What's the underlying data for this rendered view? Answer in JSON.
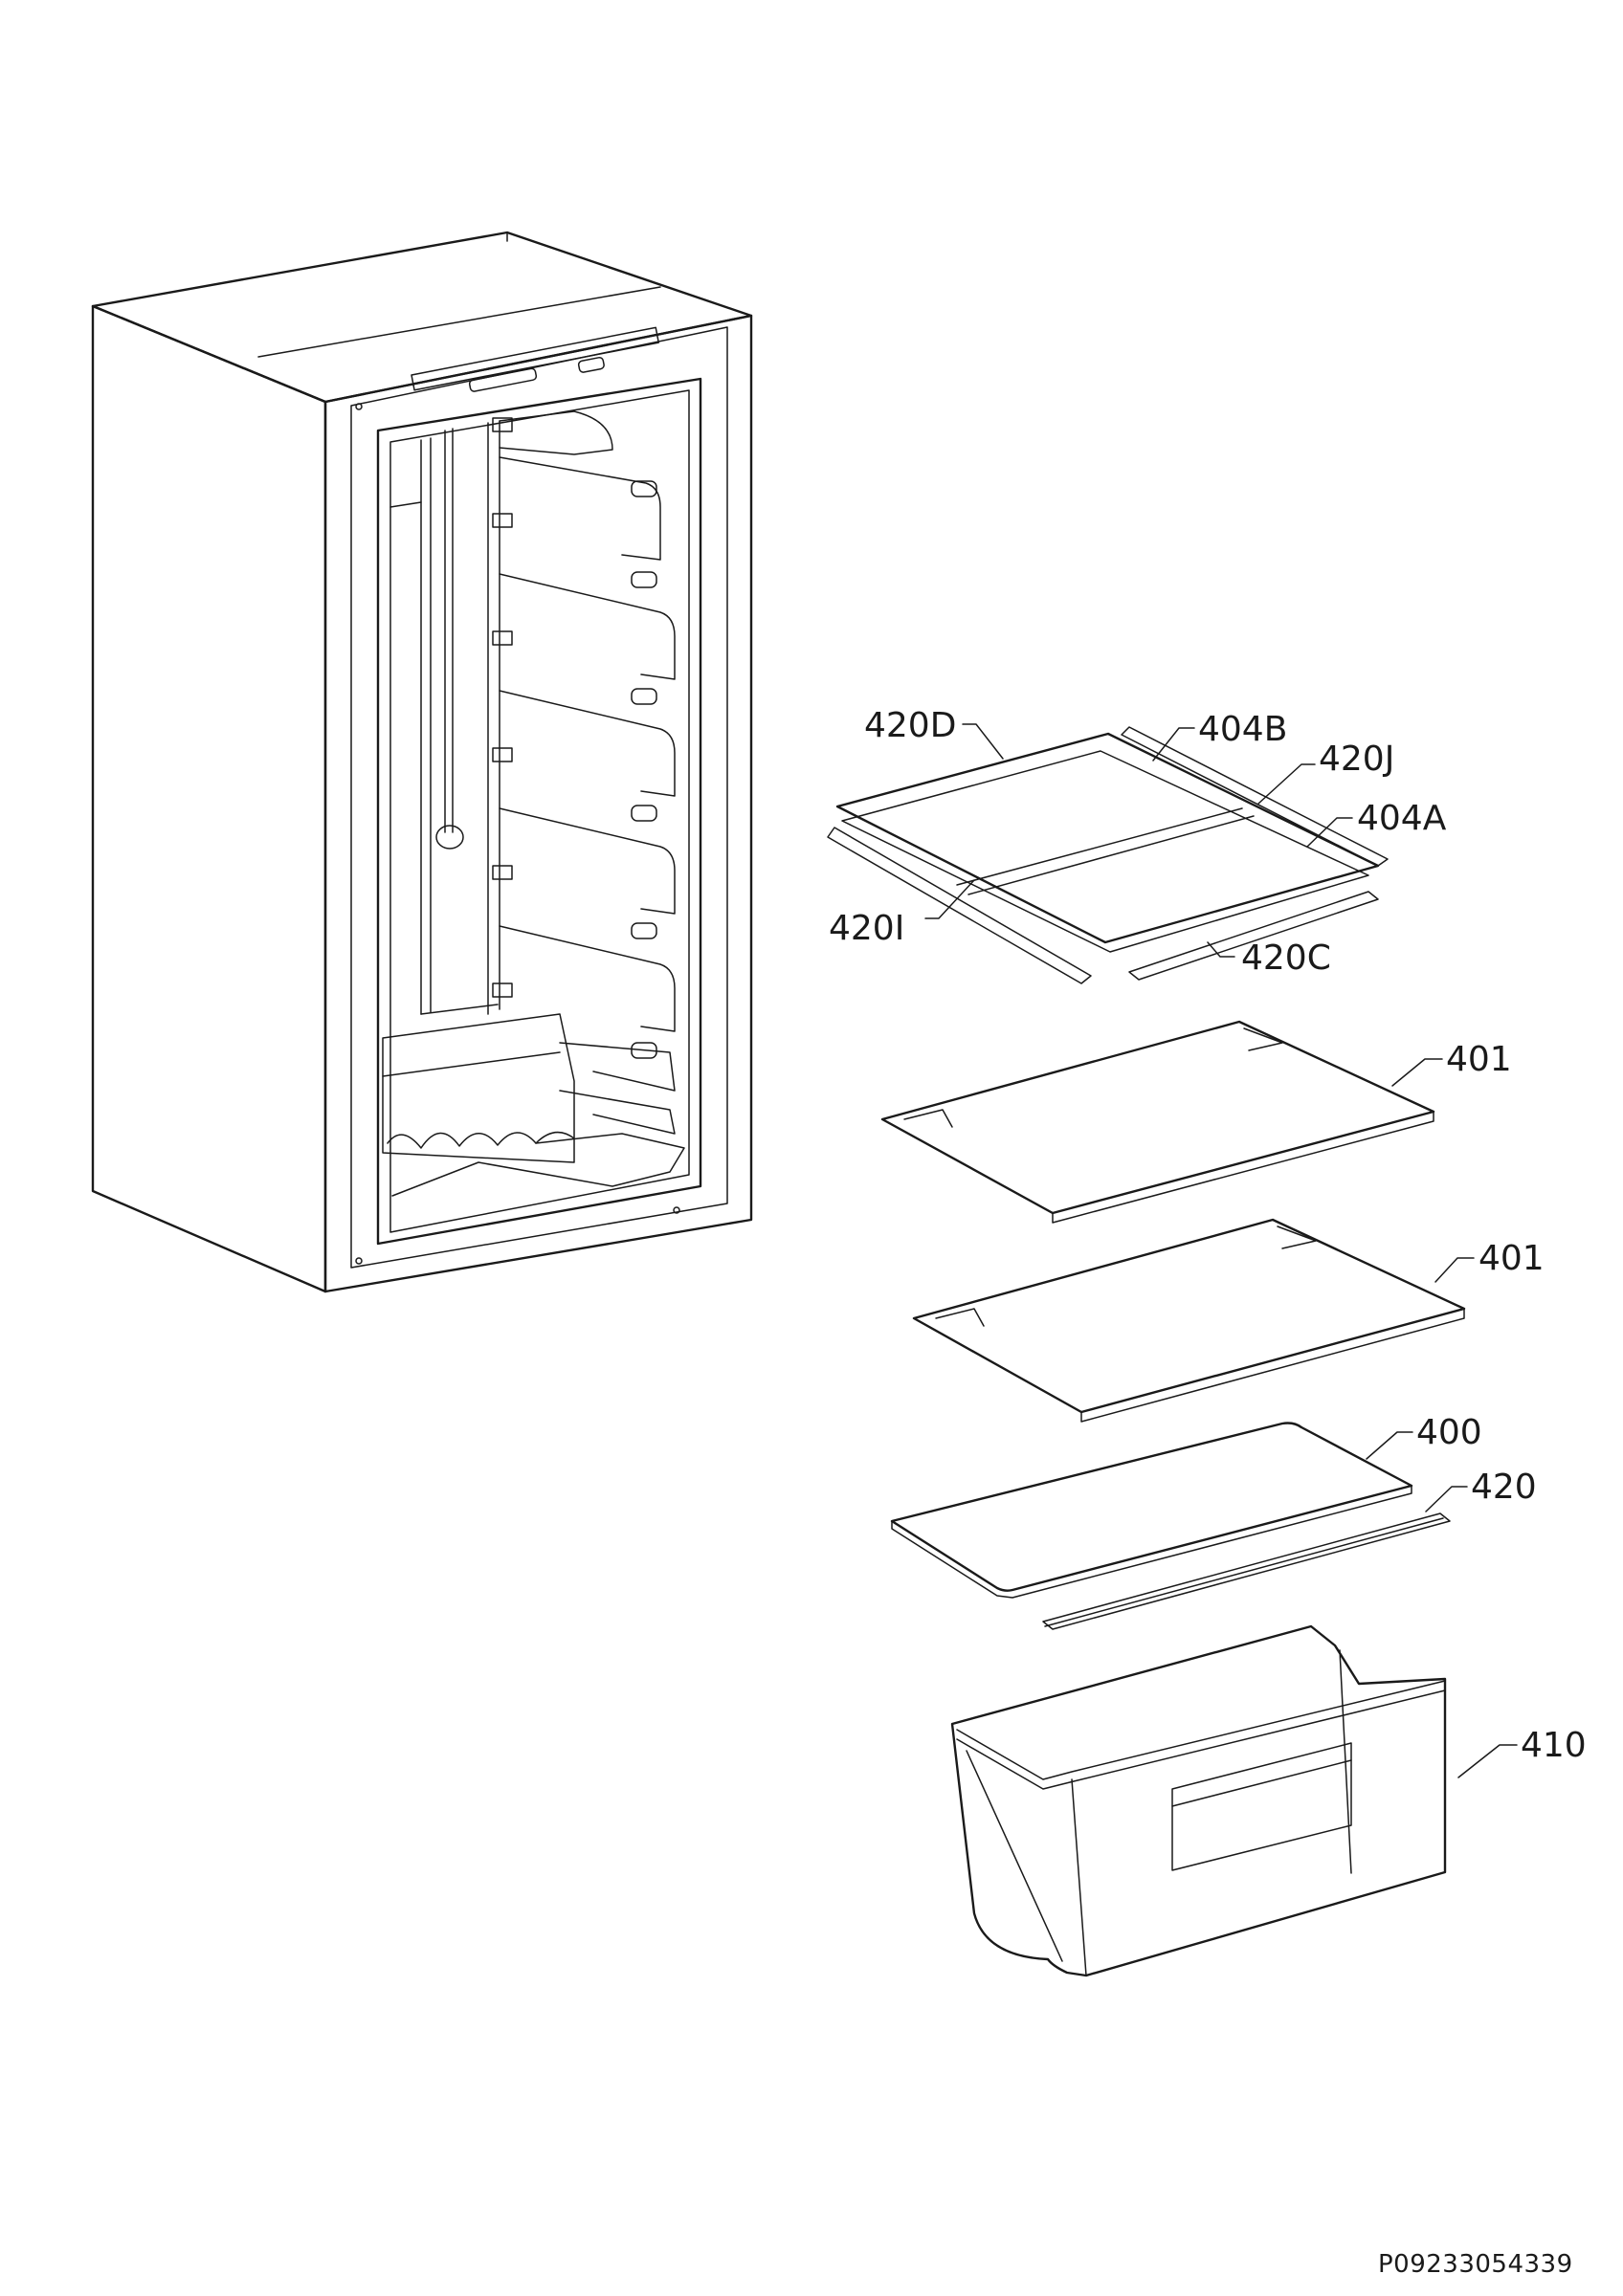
{
  "diagram": {
    "document_id": "P09233054339",
    "callouts": [
      {
        "key": "420D",
        "label": "420D"
      },
      {
        "key": "404B",
        "label": "404B"
      },
      {
        "key": "420J",
        "label": "420J"
      },
      {
        "key": "404A",
        "label": "404A"
      },
      {
        "key": "420I",
        "label": "420I"
      },
      {
        "key": "420C",
        "label": "420C"
      },
      {
        "key": "401a",
        "label": "401"
      },
      {
        "key": "401b",
        "label": "401"
      },
      {
        "key": "400",
        "label": "400"
      },
      {
        "key": "420",
        "label": "420"
      },
      {
        "key": "410",
        "label": "410"
      }
    ]
  }
}
